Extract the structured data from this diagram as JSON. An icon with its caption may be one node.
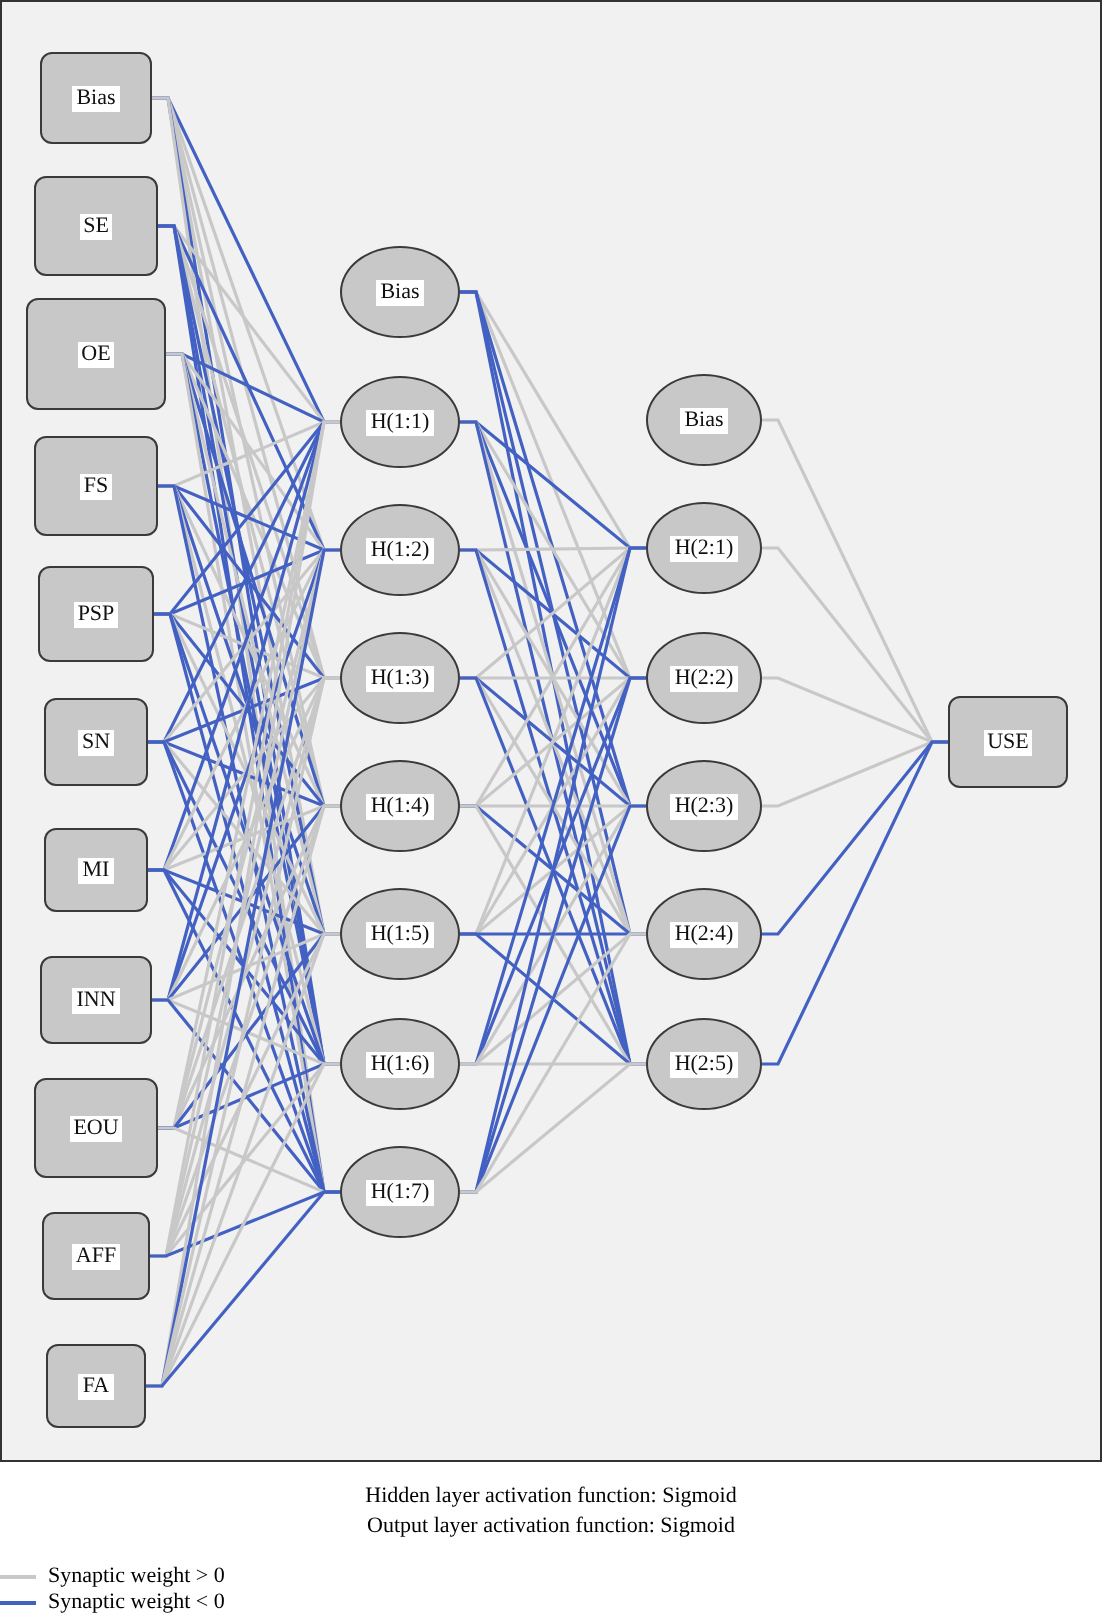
{
  "diagram": {
    "nodes": [
      {
        "text": [
          "Bias"
        ]
      },
      {
        "text": [
          "SE"
        ]
      },
      {
        "text": [
          "OE"
        ]
      },
      {
        "text": [
          "FS"
        ]
      },
      {
        "text": [
          "PSP"
        ]
      },
      {
        "text": [
          "SN"
        ]
      },
      {
        "text": [
          "MI"
        ]
      },
      {
        "text": [
          "INN"
        ]
      },
      {
        "text": [
          "EOU"
        ]
      },
      {
        "text": [
          "AFF"
        ]
      },
      {
        "text": [
          "FA"
        ]
      },
      {
        "text": [
          "Bias"
        ]
      },
      {
        "text": [
          "H(1:1)"
        ]
      },
      {
        "text": [
          "H(1:2)"
        ]
      },
      {
        "text": [
          "H(1:3)"
        ]
      },
      {
        "text": [
          "H(1:4)"
        ]
      },
      {
        "text": [
          "H(1:5)"
        ]
      },
      {
        "text": [
          "H(1:6)"
        ]
      },
      {
        "text": [
          "H(1:7)"
        ]
      },
      {
        "text": [
          "Bias"
        ]
      },
      {
        "text": [
          "H(2:1)"
        ]
      },
      {
        "text": [
          "H(2:2)"
        ]
      },
      {
        "text": [
          "H(2:3)"
        ]
      },
      {
        "text": [
          "H(2:4)"
        ]
      },
      {
        "text": [
          "H(2:5)"
        ]
      },
      {
        "text": [
          "USE"
        ]
      }
    ],
    "edges": [
      {
        "from": 0,
        "to": 12,
        "arrow": "none",
        "color": "#4361c2"
      },
      {
        "from": 0,
        "to": 13,
        "arrow": "none"
      },
      {
        "from": 0,
        "to": 14,
        "arrow": "none"
      },
      {
        "from": 0,
        "to": 15,
        "arrow": "none"
      },
      {
        "from": 0,
        "to": 16,
        "arrow": "none"
      },
      {
        "from": 0,
        "to": 17,
        "arrow": "none",
        "color": "#4361c2"
      },
      {
        "from": 0,
        "to": 18,
        "arrow": "none"
      },
      {
        "from": 1,
        "to": 12,
        "arrow": "none"
      },
      {
        "from": 1,
        "to": 13,
        "arrow": "none",
        "color": "#4361c2"
      },
      {
        "from": 1,
        "to": 14,
        "arrow": "none"
      },
      {
        "from": 1,
        "to": 15,
        "arrow": "none"
      },
      {
        "from": 1,
        "to": 16,
        "arrow": "none",
        "color": "#4361c2"
      },
      {
        "from": 1,
        "to": 17,
        "arrow": "none",
        "color": "#4361c2"
      },
      {
        "from": 1,
        "to": 18,
        "arrow": "none",
        "color": "#4361c2"
      },
      {
        "from": 2,
        "to": 12,
        "arrow": "none",
        "color": "#4361c2"
      },
      {
        "from": 2,
        "to": 13,
        "arrow": "none"
      },
      {
        "from": 2,
        "to": 14,
        "arrow": "none"
      },
      {
        "from": 2,
        "to": 15,
        "arrow": "none",
        "color": "#4361c2"
      },
      {
        "from": 2,
        "to": 16,
        "arrow": "none"
      },
      {
        "from": 2,
        "to": 17,
        "arrow": "none",
        "color": "#4361c2"
      },
      {
        "from": 2,
        "to": 18,
        "arrow": "none"
      },
      {
        "from": 3,
        "to": 12,
        "arrow": "none"
      },
      {
        "from": 3,
        "to": 13,
        "arrow": "none",
        "color": "#4361c2"
      },
      {
        "from": 3,
        "to": 14,
        "arrow": "none",
        "color": "#4361c2"
      },
      {
        "from": 3,
        "to": 15,
        "arrow": "none"
      },
      {
        "from": 3,
        "to": 16,
        "arrow": "none",
        "color": "#4361c2"
      },
      {
        "from": 3,
        "to": 17,
        "arrow": "none"
      },
      {
        "from": 3,
        "to": 18,
        "arrow": "none",
        "color": "#4361c2"
      },
      {
        "from": 4,
        "to": 12,
        "arrow": "none",
        "color": "#4361c2"
      },
      {
        "from": 4,
        "to": 13,
        "arrow": "none",
        "color": "#4361c2"
      },
      {
        "from": 4,
        "to": 14,
        "arrow": "none"
      },
      {
        "from": 4,
        "to": 15,
        "arrow": "none",
        "color": "#4361c2"
      },
      {
        "from": 4,
        "to": 16,
        "arrow": "none"
      },
      {
        "from": 4,
        "to": 17,
        "arrow": "none",
        "color": "#4361c2"
      },
      {
        "from": 4,
        "to": 18,
        "arrow": "none",
        "color": "#4361c2"
      },
      {
        "from": 5,
        "to": 12,
        "arrow": "none",
        "color": "#4361c2"
      },
      {
        "from": 5,
        "to": 13,
        "arrow": "none"
      },
      {
        "from": 5,
        "to": 14,
        "arrow": "none",
        "color": "#4361c2"
      },
      {
        "from": 5,
        "to": 15,
        "arrow": "none",
        "color": "#4361c2"
      },
      {
        "from": 5,
        "to": 16,
        "arrow": "none"
      },
      {
        "from": 5,
        "to": 17,
        "arrow": "none",
        "color": "#4361c2"
      },
      {
        "from": 5,
        "to": 18,
        "arrow": "none",
        "color": "#4361c2"
      },
      {
        "from": 6,
        "to": 12,
        "arrow": "none",
        "color": "#4361c2"
      },
      {
        "from": 6,
        "to": 13,
        "arrow": "none"
      },
      {
        "from": 6,
        "to": 14,
        "arrow": "none"
      },
      {
        "from": 6,
        "to": 15,
        "arrow": "none"
      },
      {
        "from": 6,
        "to": 16,
        "arrow": "none",
        "color": "#4361c2"
      },
      {
        "from": 6,
        "to": 17,
        "arrow": "none",
        "color": "#4361c2"
      },
      {
        "from": 6,
        "to": 18,
        "arrow": "none",
        "color": "#4361c2"
      },
      {
        "from": 7,
        "to": 12,
        "arrow": "none",
        "color": "#4361c2"
      },
      {
        "from": 7,
        "to": 13,
        "arrow": "none",
        "color": "#4361c2"
      },
      {
        "from": 7,
        "to": 14,
        "arrow": "none"
      },
      {
        "from": 7,
        "to": 15,
        "arrow": "none",
        "color": "#4361c2"
      },
      {
        "from": 7,
        "to": 16,
        "arrow": "none"
      },
      {
        "from": 7,
        "to": 17,
        "arrow": "none"
      },
      {
        "from": 7,
        "to": 18,
        "arrow": "none",
        "color": "#4361c2"
      },
      {
        "from": 8,
        "to": 12,
        "arrow": "none"
      },
      {
        "from": 8,
        "to": 13,
        "arrow": "none"
      },
      {
        "from": 8,
        "to": 14,
        "arrow": "none"
      },
      {
        "from": 8,
        "to": 15,
        "arrow": "none"
      },
      {
        "from": 8,
        "to": 16,
        "arrow": "none",
        "color": "#4361c2"
      },
      {
        "from": 8,
        "to": 17,
        "arrow": "none",
        "color": "#4361c2"
      },
      {
        "from": 8,
        "to": 18,
        "arrow": "none"
      },
      {
        "from": 9,
        "to": 12,
        "arrow": "none"
      },
      {
        "from": 9,
        "to": 13,
        "arrow": "none"
      },
      {
        "from": 9,
        "to": 14,
        "arrow": "none"
      },
      {
        "from": 9,
        "to": 15,
        "arrow": "none"
      },
      {
        "from": 9,
        "to": 16,
        "arrow": "none"
      },
      {
        "from": 9,
        "to": 17,
        "arrow": "none"
      },
      {
        "from": 9,
        "to": 18,
        "arrow": "none",
        "color": "#4361c2"
      },
      {
        "from": 10,
        "to": 12,
        "arrow": "none"
      },
      {
        "from": 10,
        "to": 13,
        "arrow": "none",
        "color": "#4361c2"
      },
      {
        "from": 10,
        "to": 14,
        "arrow": "none"
      },
      {
        "from": 10,
        "to": 15,
        "arrow": "none"
      },
      {
        "from": 10,
        "to": 16,
        "arrow": "none"
      },
      {
        "from": 10,
        "to": 17,
        "arrow": "none"
      },
      {
        "from": 10,
        "to": 18,
        "arrow": "none",
        "color": "#4361c2"
      },
      {
        "from": 11,
        "to": 20,
        "arrow": "none"
      },
      {
        "from": 11,
        "to": 21,
        "arrow": "none"
      },
      {
        "from": 11,
        "to": 22,
        "arrow": "none",
        "color": "#4361c2"
      },
      {
        "from": 11,
        "to": 23,
        "arrow": "none",
        "color": "#4361c2"
      },
      {
        "from": 11,
        "to": 24,
        "arrow": "none",
        "color": "#4361c2"
      },
      {
        "from": 12,
        "to": 20,
        "arrow": "none",
        "color": "#4361c2"
      },
      {
        "from": 12,
        "to": 21,
        "arrow": "none"
      },
      {
        "from": 12,
        "to": 22,
        "arrow": "none",
        "color": "#4361c2"
      },
      {
        "from": 12,
        "to": 23,
        "arrow": "none"
      },
      {
        "from": 12,
        "to": 24,
        "arrow": "none",
        "color": "#4361c2"
      },
      {
        "from": 13,
        "to": 20,
        "arrow": "none"
      },
      {
        "from": 13,
        "to": 21,
        "arrow": "none",
        "color": "#4361c2"
      },
      {
        "from": 13,
        "to": 22,
        "arrow": "none"
      },
      {
        "from": 13,
        "to": 23,
        "arrow": "none"
      },
      {
        "from": 13,
        "to": 24,
        "arrow": "none",
        "color": "#4361c2"
      },
      {
        "from": 14,
        "to": 20,
        "arrow": "none"
      },
      {
        "from": 14,
        "to": 21,
        "arrow": "none"
      },
      {
        "from": 14,
        "to": 22,
        "arrow": "none",
        "color": "#4361c2"
      },
      {
        "from": 14,
        "to": 23,
        "arrow": "none"
      },
      {
        "from": 14,
        "to": 24,
        "arrow": "none",
        "color": "#4361c2"
      },
      {
        "from": 15,
        "to": 20,
        "arrow": "none"
      },
      {
        "from": 15,
        "to": 21,
        "arrow": "none"
      },
      {
        "from": 15,
        "to": 22,
        "arrow": "none"
      },
      {
        "from": 15,
        "to": 23,
        "arrow": "none",
        "color": "#4361c2"
      },
      {
        "from": 15,
        "to": 24,
        "arrow": "none"
      },
      {
        "from": 16,
        "to": 20,
        "arrow": "none"
      },
      {
        "from": 16,
        "to": 21,
        "arrow": "none"
      },
      {
        "from": 16,
        "to": 22,
        "arrow": "none"
      },
      {
        "from": 16,
        "to": 23,
        "arrow": "none",
        "color": "#4361c2"
      },
      {
        "from": 16,
        "to": 24,
        "arrow": "none",
        "color": "#4361c2"
      },
      {
        "from": 17,
        "to": 20,
        "arrow": "none",
        "color": "#4361c2"
      },
      {
        "from": 17,
        "to": 21,
        "arrow": "none",
        "color": "#4361c2"
      },
      {
        "from": 17,
        "to": 22,
        "arrow": "none"
      },
      {
        "from": 17,
        "to": 23,
        "arrow": "none"
      },
      {
        "from": 17,
        "to": 24,
        "arrow": "none"
      },
      {
        "from": 18,
        "to": 20,
        "arrow": "none",
        "color": "#4361c2"
      },
      {
        "from": 18,
        "to": 21,
        "arrow": "none",
        "color": "#4361c2"
      },
      {
        "from": 18,
        "to": 22,
        "arrow": "none",
        "color": "#4361c2"
      },
      {
        "from": 18,
        "to": 23,
        "arrow": "none"
      },
      {
        "from": 18,
        "to": 24,
        "arrow": "none"
      },
      {
        "from": 19,
        "to": 25,
        "arrow": "none"
      },
      {
        "from": 20,
        "to": 25,
        "arrow": "none"
      },
      {
        "from": 21,
        "to": 25,
        "arrow": "none"
      },
      {
        "from": 22,
        "to": 25,
        "arrow": "none"
      },
      {
        "from": 23,
        "to": 25,
        "arrow": "none",
        "color": "#4361c2"
      },
      {
        "from": 24,
        "to": 25,
        "arrow": "none",
        "color": "#4361c2"
      }
    ],
    "labels": [
      "Hidden layer activation function: Sigmoid",
      "Output layer activation function: Sigmoid"
    ],
    "legend": [
      {
        "text": "Synaptic weight > 0"
      },
      {
        "text": "Synaptic weight < 0"
      }
    ]
  }
}
